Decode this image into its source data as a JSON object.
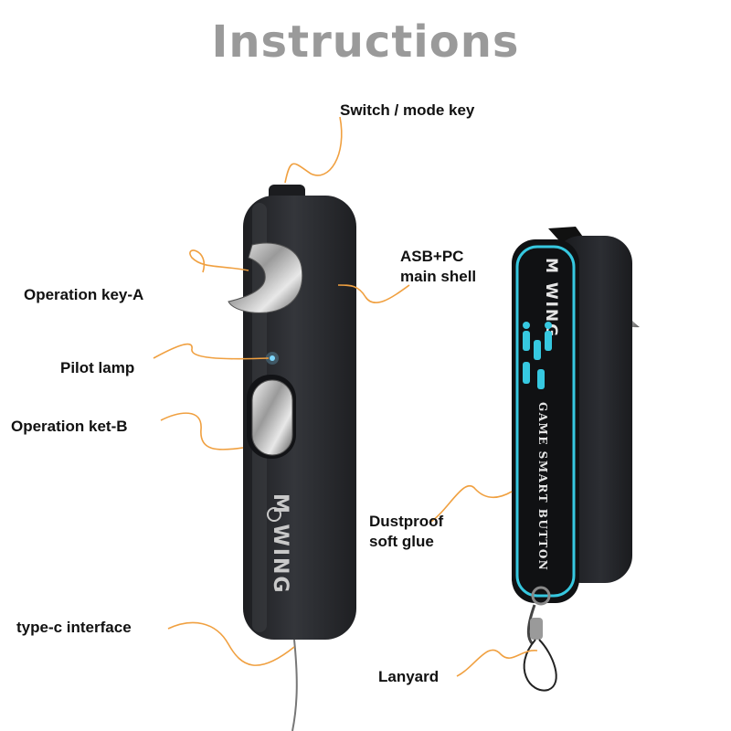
{
  "title": "Instructions",
  "labels": {
    "switch_mode_key": "Switch / mode key",
    "operation_key_a": "Operation key-A",
    "main_shell": "ASB+PC\nmain shell",
    "pilot_lamp": "Pilot lamp",
    "operation_key_b": "Operation ket-B",
    "dustproof_soft_glue": "Dustproof\nsoft glue",
    "type_c_interface": "type-c interface",
    "lanyard": "Lanyard"
  },
  "device": {
    "brand_front": "M WING",
    "brand_back": "M WING",
    "back_text": "GAME SMART BUTTON"
  },
  "colors": {
    "callout": "#f0a040",
    "accent": "#36c8e0",
    "body": "#2b2d31",
    "title": "#9a9a9a"
  }
}
